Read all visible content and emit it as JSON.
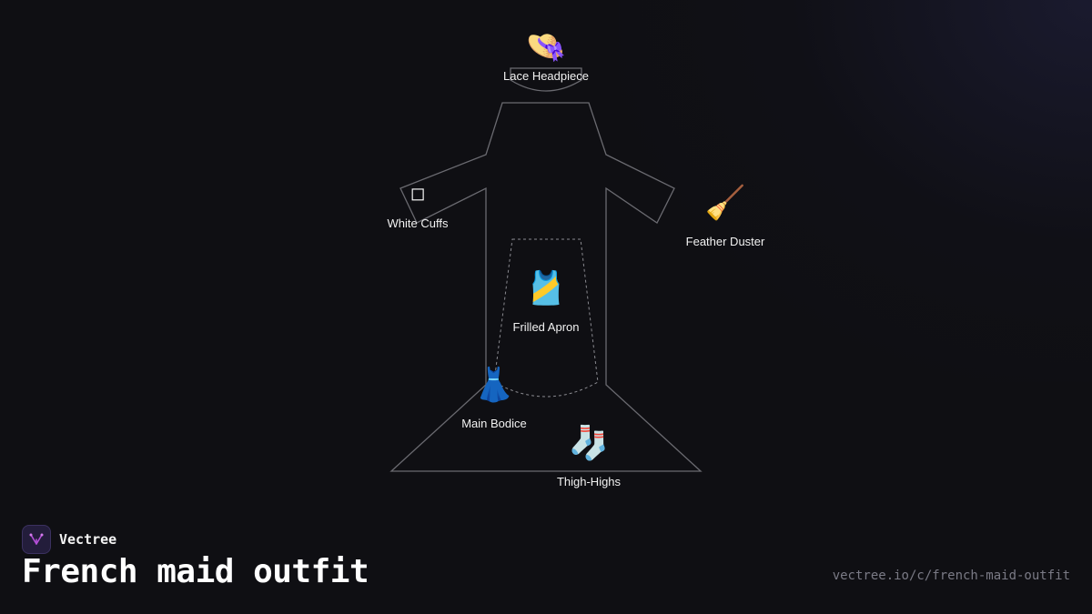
{
  "items": {
    "headpiece": {
      "icon": "👒",
      "icon_name": "hat-icon",
      "label": "Lace Headpiece"
    },
    "cuffs": {
      "icon": "◻",
      "icon_name": "square-icon",
      "label": "White Cuffs"
    },
    "duster": {
      "icon": "🧹",
      "icon_name": "broom-icon",
      "label": "Feather Duster"
    },
    "apron": {
      "icon": "🎽",
      "icon_name": "running-shirt-icon",
      "label": "Frilled Apron"
    },
    "bodice": {
      "icon": "👗",
      "icon_name": "dress-icon",
      "label": "Main Bodice"
    },
    "thigh_highs": {
      "icon": "🧦",
      "icon_name": "socks-icon",
      "label": "Thigh-Highs"
    }
  },
  "brand": {
    "name": "Vectree",
    "logo_color": "#231d3b",
    "accent": "#b44fd8"
  },
  "page": {
    "title": "French maid outfit",
    "url": "vectree.io/c/french-maid-outfit"
  }
}
